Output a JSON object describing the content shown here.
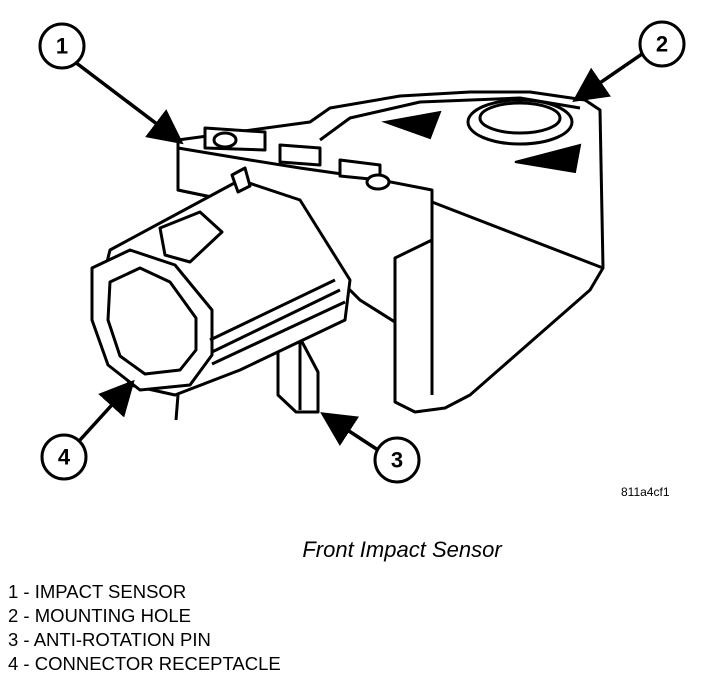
{
  "callouts": [
    {
      "number": "1"
    },
    {
      "number": "2"
    },
    {
      "number": "3"
    },
    {
      "number": "4"
    }
  ],
  "figure_id": "811a4cf1",
  "caption": "Front Impact Sensor",
  "legend": [
    "1 - IMPACT SENSOR",
    "2 - MOUNTING HOLE",
    "3 - ANTI-ROTATION PIN",
    "4 - CONNECTOR RECEPTACLE"
  ]
}
